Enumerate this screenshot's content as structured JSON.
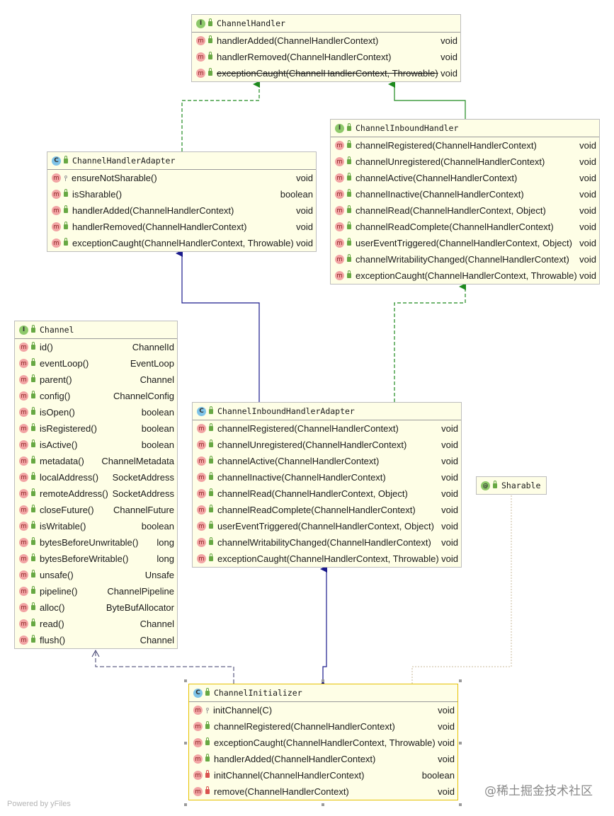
{
  "nodes": {
    "channel_handler": {
      "kind": "I",
      "title": "ChannelHandler",
      "members": [
        {
          "name": "handlerAdded(ChannelHandlerContext)",
          "ret": "void"
        },
        {
          "name": "handlerRemoved(ChannelHandlerContext)",
          "ret": "void"
        },
        {
          "name": "exceptionCaught(ChannelHandlerContext, Throwable)",
          "ret": "void"
        }
      ]
    },
    "channel_inbound_handler": {
      "kind": "I",
      "title": "ChannelInboundHandler",
      "members": [
        {
          "name": "channelRegistered(ChannelHandlerContext)",
          "ret": "void"
        },
        {
          "name": "channelUnregistered(ChannelHandlerContext)",
          "ret": "void"
        },
        {
          "name": "channelActive(ChannelHandlerContext)",
          "ret": "void"
        },
        {
          "name": "channelInactive(ChannelHandlerContext)",
          "ret": "void"
        },
        {
          "name": "channelRead(ChannelHandlerContext, Object)",
          "ret": "void"
        },
        {
          "name": "channelReadComplete(ChannelHandlerContext)",
          "ret": "void"
        },
        {
          "name": "userEventTriggered(ChannelHandlerContext, Object)",
          "ret": "void"
        },
        {
          "name": "channelWritabilityChanged(ChannelHandlerContext)",
          "ret": "void"
        },
        {
          "name": "exceptionCaught(ChannelHandlerContext, Throwable)",
          "ret": "void"
        }
      ]
    },
    "channel_handler_adapter": {
      "kind": "C",
      "title": "ChannelHandlerAdapter",
      "members": [
        {
          "name": "ensureNotSharable()",
          "ret": "void"
        },
        {
          "name": "isSharable()",
          "ret": "boolean"
        },
        {
          "name": "handlerAdded(ChannelHandlerContext)",
          "ret": "void"
        },
        {
          "name": "handlerRemoved(ChannelHandlerContext)",
          "ret": "void"
        },
        {
          "name": "exceptionCaught(ChannelHandlerContext, Throwable)",
          "ret": "void"
        }
      ]
    },
    "channel": {
      "kind": "I",
      "title": "Channel",
      "members": [
        {
          "name": "id()",
          "ret": "ChannelId"
        },
        {
          "name": "eventLoop()",
          "ret": "EventLoop"
        },
        {
          "name": "parent()",
          "ret": "Channel"
        },
        {
          "name": "config()",
          "ret": "ChannelConfig"
        },
        {
          "name": "isOpen()",
          "ret": "boolean"
        },
        {
          "name": "isRegistered()",
          "ret": "boolean"
        },
        {
          "name": "isActive()",
          "ret": "boolean"
        },
        {
          "name": "metadata()",
          "ret": "ChannelMetadata"
        },
        {
          "name": "localAddress()",
          "ret": "SocketAddress"
        },
        {
          "name": "remoteAddress()",
          "ret": "SocketAddress"
        },
        {
          "name": "closeFuture()",
          "ret": "ChannelFuture"
        },
        {
          "name": "isWritable()",
          "ret": "boolean"
        },
        {
          "name": "bytesBeforeUnwritable()",
          "ret": "long"
        },
        {
          "name": "bytesBeforeWritable()",
          "ret": "long"
        },
        {
          "name": "unsafe()",
          "ret": "Unsafe"
        },
        {
          "name": "pipeline()",
          "ret": "ChannelPipeline"
        },
        {
          "name": "alloc()",
          "ret": "ByteBufAllocator"
        },
        {
          "name": "read()",
          "ret": "Channel"
        },
        {
          "name": "flush()",
          "ret": "Channel"
        }
      ]
    },
    "channel_inbound_handler_adapter": {
      "kind": "C",
      "title": "ChannelInboundHandlerAdapter",
      "members": [
        {
          "name": "channelRegistered(ChannelHandlerContext)",
          "ret": "void"
        },
        {
          "name": "channelUnregistered(ChannelHandlerContext)",
          "ret": "void"
        },
        {
          "name": "channelActive(ChannelHandlerContext)",
          "ret": "void"
        },
        {
          "name": "channelInactive(ChannelHandlerContext)",
          "ret": "void"
        },
        {
          "name": "channelRead(ChannelHandlerContext, Object)",
          "ret": "void"
        },
        {
          "name": "channelReadComplete(ChannelHandlerContext)",
          "ret": "void"
        },
        {
          "name": "userEventTriggered(ChannelHandlerContext, Object)",
          "ret": "void"
        },
        {
          "name": "channelWritabilityChanged(ChannelHandlerContext)",
          "ret": "void"
        },
        {
          "name": "exceptionCaught(ChannelHandlerContext, Throwable)",
          "ret": "void"
        }
      ]
    },
    "sharable": {
      "kind": "@",
      "title": "Sharable"
    },
    "channel_initializer": {
      "kind": "C",
      "title": "ChannelInitializer",
      "members": [
        {
          "name": "initChannel(C)",
          "ret": "void"
        },
        {
          "name": "channelRegistered(ChannelHandlerContext)",
          "ret": "void"
        },
        {
          "name": "exceptionCaught(ChannelHandlerContext, Throwable)",
          "ret": "void"
        },
        {
          "name": "handlerAdded(ChannelHandlerContext)",
          "ret": "void"
        },
        {
          "name": "initChannel(ChannelHandlerContext)",
          "ret": "boolean"
        },
        {
          "name": "remove(ChannelHandlerContext)",
          "ret": "void"
        }
      ]
    }
  },
  "member_icon": "m",
  "footer": "Powered by yFiles",
  "watermark": "@稀土掘金技术社区",
  "colors": {
    "node_bg": "#fefee6",
    "implements_edge": "#1e8a1e",
    "extends_edge": "#1a1a8c",
    "uses_edge": "#3a3a6a",
    "annotation_edge": "#c9b89a"
  }
}
